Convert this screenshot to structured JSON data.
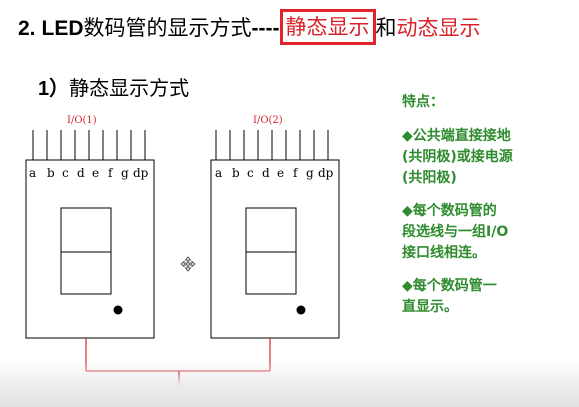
{
  "header": {
    "num": "2.",
    "led": "LED",
    "title_main": "数码管的显示方式",
    "dashes": "----",
    "highlight": "静态显示",
    "and": "和",
    "dynamic": "动态显示"
  },
  "subtitle": {
    "num": "1）",
    "text": "静态显示方式"
  },
  "diagram": {
    "left_io_label": "I/O(1)",
    "right_io_label": "I/O(2)",
    "pins": [
      "a",
      "b",
      "c",
      "d",
      "e",
      "f",
      "g",
      "dp"
    ]
  },
  "notes": {
    "title": "特点：",
    "bullets": [
      "◆公共端直接接地\n(共阴极)或接电源\n(共阳极)",
      "◆每个数码管的\n段选线与一组I/O\n接口线相连。",
      "◆每个数码管一\n直显示。"
    ]
  },
  "colors": {
    "red": "#d9232a",
    "green": "#2e8b2e",
    "box_border": "#e3232a"
  }
}
